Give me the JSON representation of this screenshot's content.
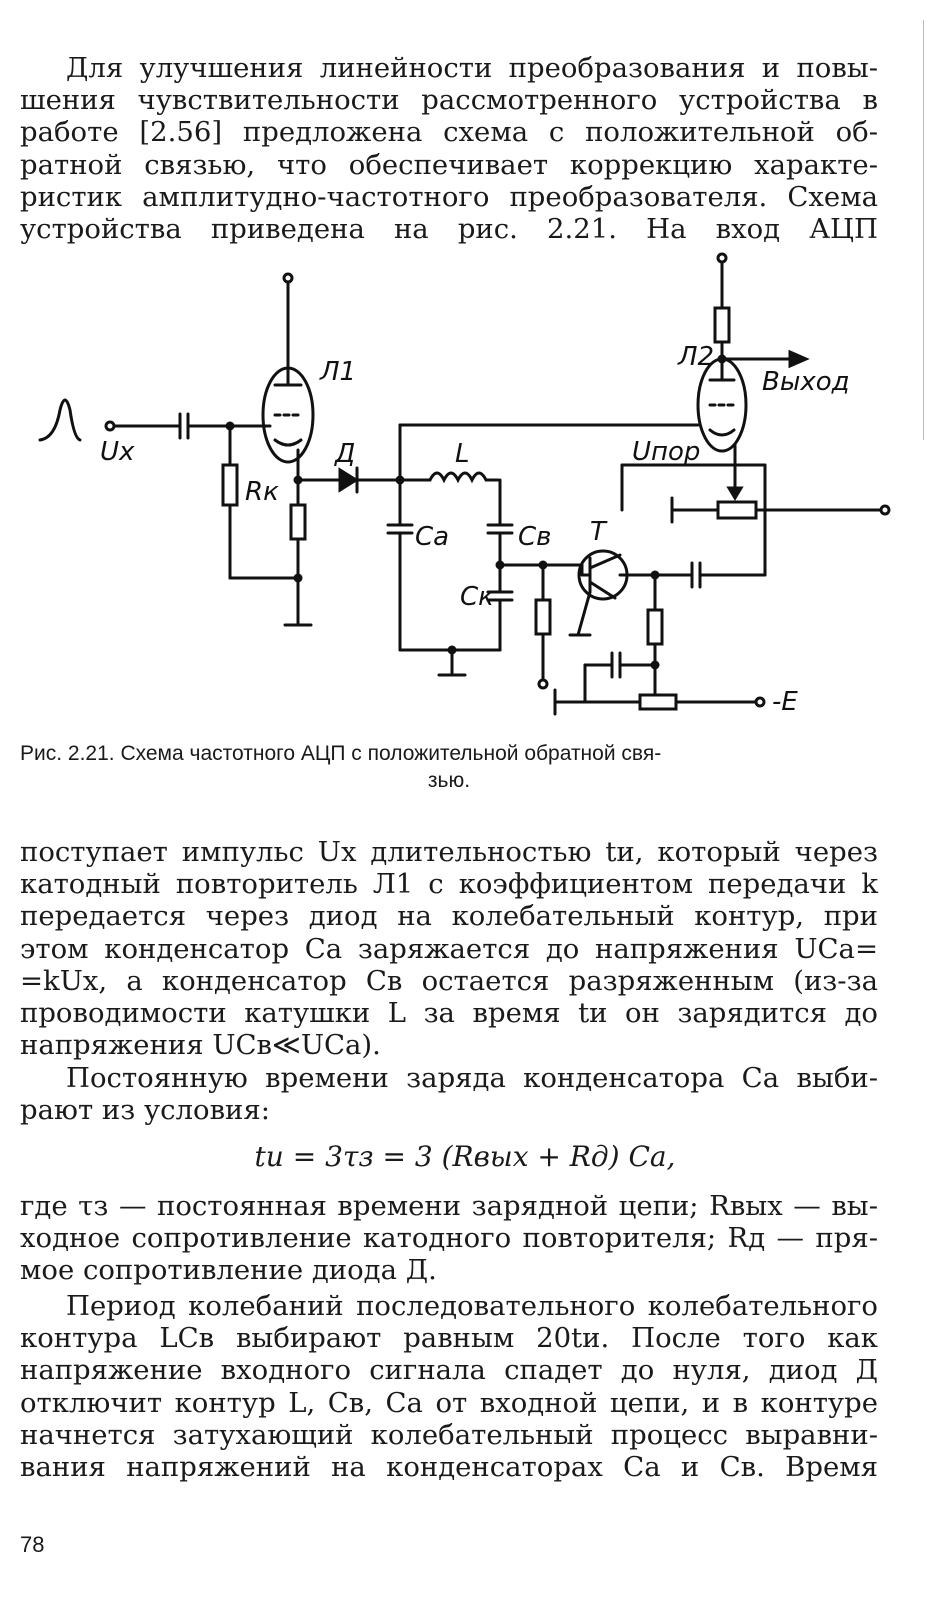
{
  "page_number": "78",
  "para1_lines": [
    "Для улучшения линейности преобразования и повы-",
    "шения чувствительности рассмотренного устройства в",
    "работе [2.56] предложена схема с положительной об-",
    "ратной связью, что обеспечивает коррекцию характе-",
    "ристик амплитудно-частотного преобразователя. Схема",
    "устройства приведена на рис. 2.21. На вход АЦП"
  ],
  "figure_labels": {
    "l1": "Л1",
    "l2": "Л2",
    "output": "Выход",
    "ux": "Ux",
    "rk": "Rк",
    "diode": "Д",
    "coil": "L",
    "ca": "Ca",
    "cv": "Cв",
    "ck": "Cк",
    "transistor": "T",
    "upor": "Uпор",
    "supply": "-E"
  },
  "caption_line1": "Рис. 2.21. Схема частотного АЦП с положительной  обратной свя-",
  "caption_line2": "зью.",
  "para2_lines": [
    "поступает импульс Uх длительностью tи, который через",
    "катодный повторитель Л1 с коэффициентом передачи k",
    "передается через диод на колебательный контур, при",
    "этом конденсатор Ca заряжается до напряжения UCa=",
    "=kUx, а конденсатор Cв остается разряженным (из-за",
    "проводимости катушки L за время tи он зарядится до",
    "напряжения UCв≪UCa)."
  ],
  "para3_lines": [
    "Постоянную времени заряда конденсатора Ca выби-",
    "рают из условия:"
  ],
  "formula": "tи = 3τз = 3 (Rвых + Rд) Ca,",
  "para4_lines": [
    "где τз — постоянная времени зарядной цепи; Rвых — вы-",
    "ходное сопротивление катодного повторителя; Rд — пря-",
    "мое сопротивление диода Д."
  ],
  "para5_lines": [
    "Период колебаний последовательного колебательного",
    "контура LCв выбирают равным 20tи. После того как",
    "напряжение входного сигнала спадет до нуля, диод Д",
    "отключит контур L, Cв, Ca от входной цепи, и в контуре",
    "начнется затухающий колебательный процесс выравни-",
    "вания напряжений на конденсаторах Ca и Cв. Время"
  ]
}
